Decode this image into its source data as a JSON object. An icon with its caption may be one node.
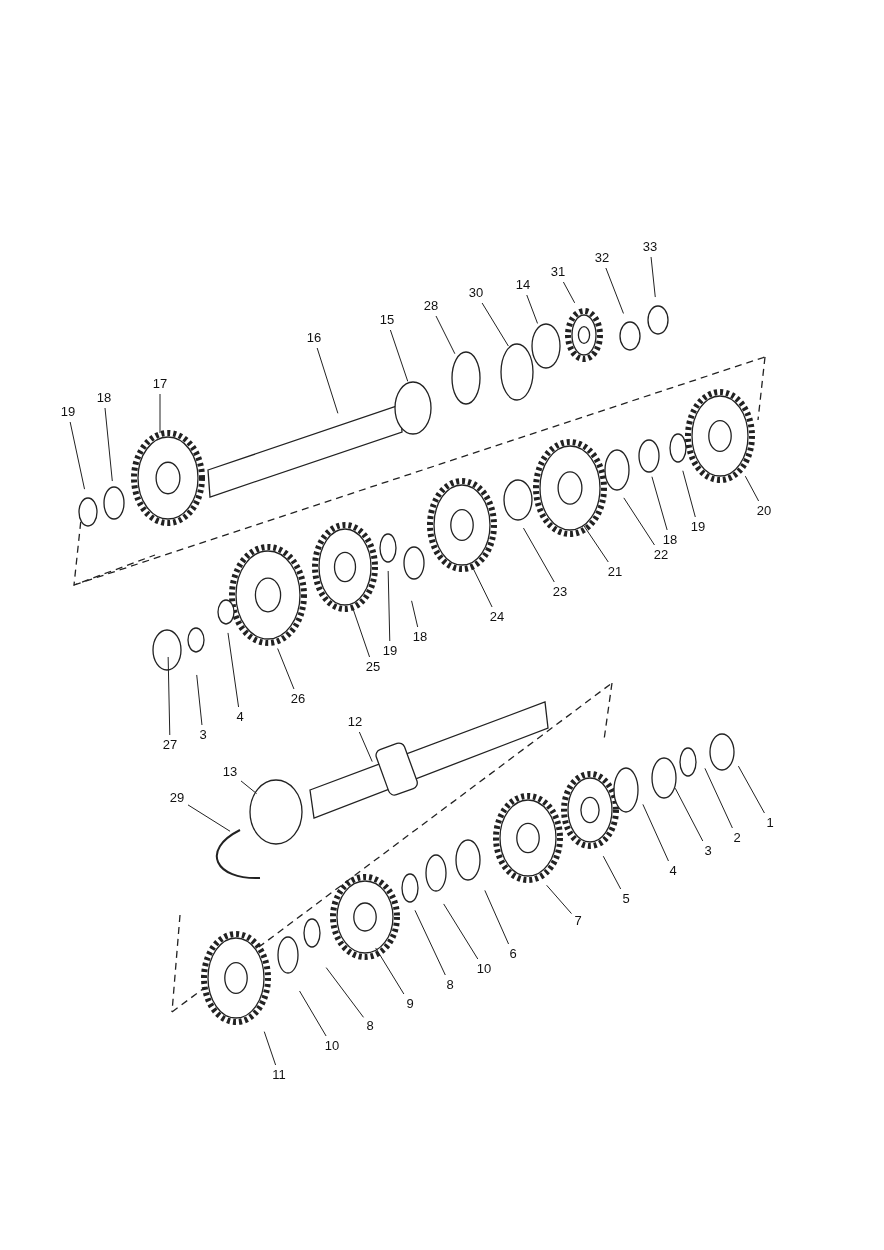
{
  "diagram": {
    "nodes": [
      {
        "text": [
          "19"
        ]
      },
      {
        "text": [
          "18"
        ]
      },
      {
        "text": [
          "17"
        ]
      },
      {
        "text": [
          "16"
        ]
      },
      {
        "text": [
          "15"
        ]
      },
      {
        "text": [
          "28"
        ]
      },
      {
        "text": [
          "30"
        ]
      },
      {
        "text": [
          "14"
        ]
      },
      {
        "text": [
          "31"
        ]
      },
      {
        "text": [
          "32"
        ]
      },
      {
        "text": [
          "33"
        ]
      },
      {
        "text": [
          "20"
        ]
      },
      {
        "text": [
          "19"
        ]
      },
      {
        "text": [
          "18"
        ]
      },
      {
        "text": [
          "22"
        ]
      },
      {
        "text": [
          "21"
        ]
      },
      {
        "text": [
          "23"
        ]
      },
      {
        "text": [
          "24"
        ]
      },
      {
        "text": [
          "18"
        ]
      },
      {
        "text": [
          "19"
        ]
      },
      {
        "text": [
          "25"
        ]
      },
      {
        "text": [
          "26"
        ]
      },
      {
        "text": [
          "4"
        ]
      },
      {
        "text": [
          "3"
        ]
      },
      {
        "text": [
          "27"
        ]
      },
      {
        "text": [
          "12"
        ]
      },
      {
        "text": [
          "13"
        ]
      },
      {
        "text": [
          "29"
        ]
      },
      {
        "text": [
          "1"
        ]
      },
      {
        "text": [
          "2"
        ]
      },
      {
        "text": [
          "3"
        ]
      },
      {
        "text": [
          "4"
        ]
      },
      {
        "text": [
          "5"
        ]
      },
      {
        "text": [
          "7"
        ]
      },
      {
        "text": [
          "6"
        ]
      },
      {
        "text": [
          "10"
        ]
      },
      {
        "text": [
          "8"
        ]
      },
      {
        "text": [
          "9"
        ]
      },
      {
        "text": [
          "8"
        ]
      },
      {
        "text": [
          "10"
        ]
      },
      {
        "text": [
          "11"
        ]
      }
    ],
    "edges": [
      {
        "from": 0,
        "to": null,
        "arrow": "none"
      },
      {
        "from": 1,
        "to": null,
        "arrow": "none"
      },
      {
        "from": 2,
        "to": null,
        "arrow": "none"
      },
      {
        "from": 3,
        "to": null,
        "arrow": "none"
      },
      {
        "from": 4,
        "to": null,
        "arrow": "none"
      },
      {
        "from": 5,
        "to": null,
        "arrow": "none"
      },
      {
        "from": 6,
        "to": null,
        "arrow": "none"
      },
      {
        "from": 7,
        "to": null,
        "arrow": "none"
      },
      {
        "from": 8,
        "to": null,
        "arrow": "none"
      },
      {
        "from": 9,
        "to": null,
        "arrow": "none"
      },
      {
        "from": 10,
        "to": null,
        "arrow": "none"
      },
      {
        "from": 11,
        "to": null,
        "arrow": "none"
      },
      {
        "from": 12,
        "to": null,
        "arrow": "none"
      },
      {
        "from": 13,
        "to": null,
        "arrow": "none"
      },
      {
        "from": 14,
        "to": null,
        "arrow": "none"
      },
      {
        "from": 15,
        "to": null,
        "arrow": "none"
      },
      {
        "from": 16,
        "to": null,
        "arrow": "none"
      },
      {
        "from": 17,
        "to": null,
        "arrow": "none"
      },
      {
        "from": 18,
        "to": null,
        "arrow": "none"
      },
      {
        "from": 19,
        "to": null,
        "arrow": "none"
      },
      {
        "from": 20,
        "to": null,
        "arrow": "none"
      },
      {
        "from": 21,
        "to": null,
        "arrow": "none"
      },
      {
        "from": 22,
        "to": null,
        "arrow": "none"
      },
      {
        "from": 23,
        "to": null,
        "arrow": "none"
      },
      {
        "from": 24,
        "to": null,
        "arrow": "none"
      },
      {
        "from": 25,
        "to": null,
        "arrow": "none"
      },
      {
        "from": 26,
        "to": null,
        "arrow": "none"
      },
      {
        "from": 27,
        "to": null,
        "arrow": "none"
      },
      {
        "from": 28,
        "to": null,
        "arrow": "none"
      },
      {
        "from": 29,
        "to": null,
        "arrow": "none"
      },
      {
        "from": 30,
        "to": null,
        "arrow": "none"
      },
      {
        "from": 31,
        "to": null,
        "arrow": "none"
      },
      {
        "from": 32,
        "to": null,
        "arrow": "none"
      },
      {
        "from": 33,
        "to": null,
        "arrow": "none"
      },
      {
        "from": 34,
        "to": null,
        "arrow": "none"
      },
      {
        "from": 35,
        "to": null,
        "arrow": "none"
      },
      {
        "from": 36,
        "to": null,
        "arrow": "none"
      },
      {
        "from": 37,
        "to": null,
        "arrow": "none"
      },
      {
        "from": 38,
        "to": null,
        "arrow": "none"
      },
      {
        "from": 39,
        "to": null,
        "arrow": "none"
      },
      {
        "from": 40,
        "to": null,
        "arrow": "none"
      }
    ]
  }
}
